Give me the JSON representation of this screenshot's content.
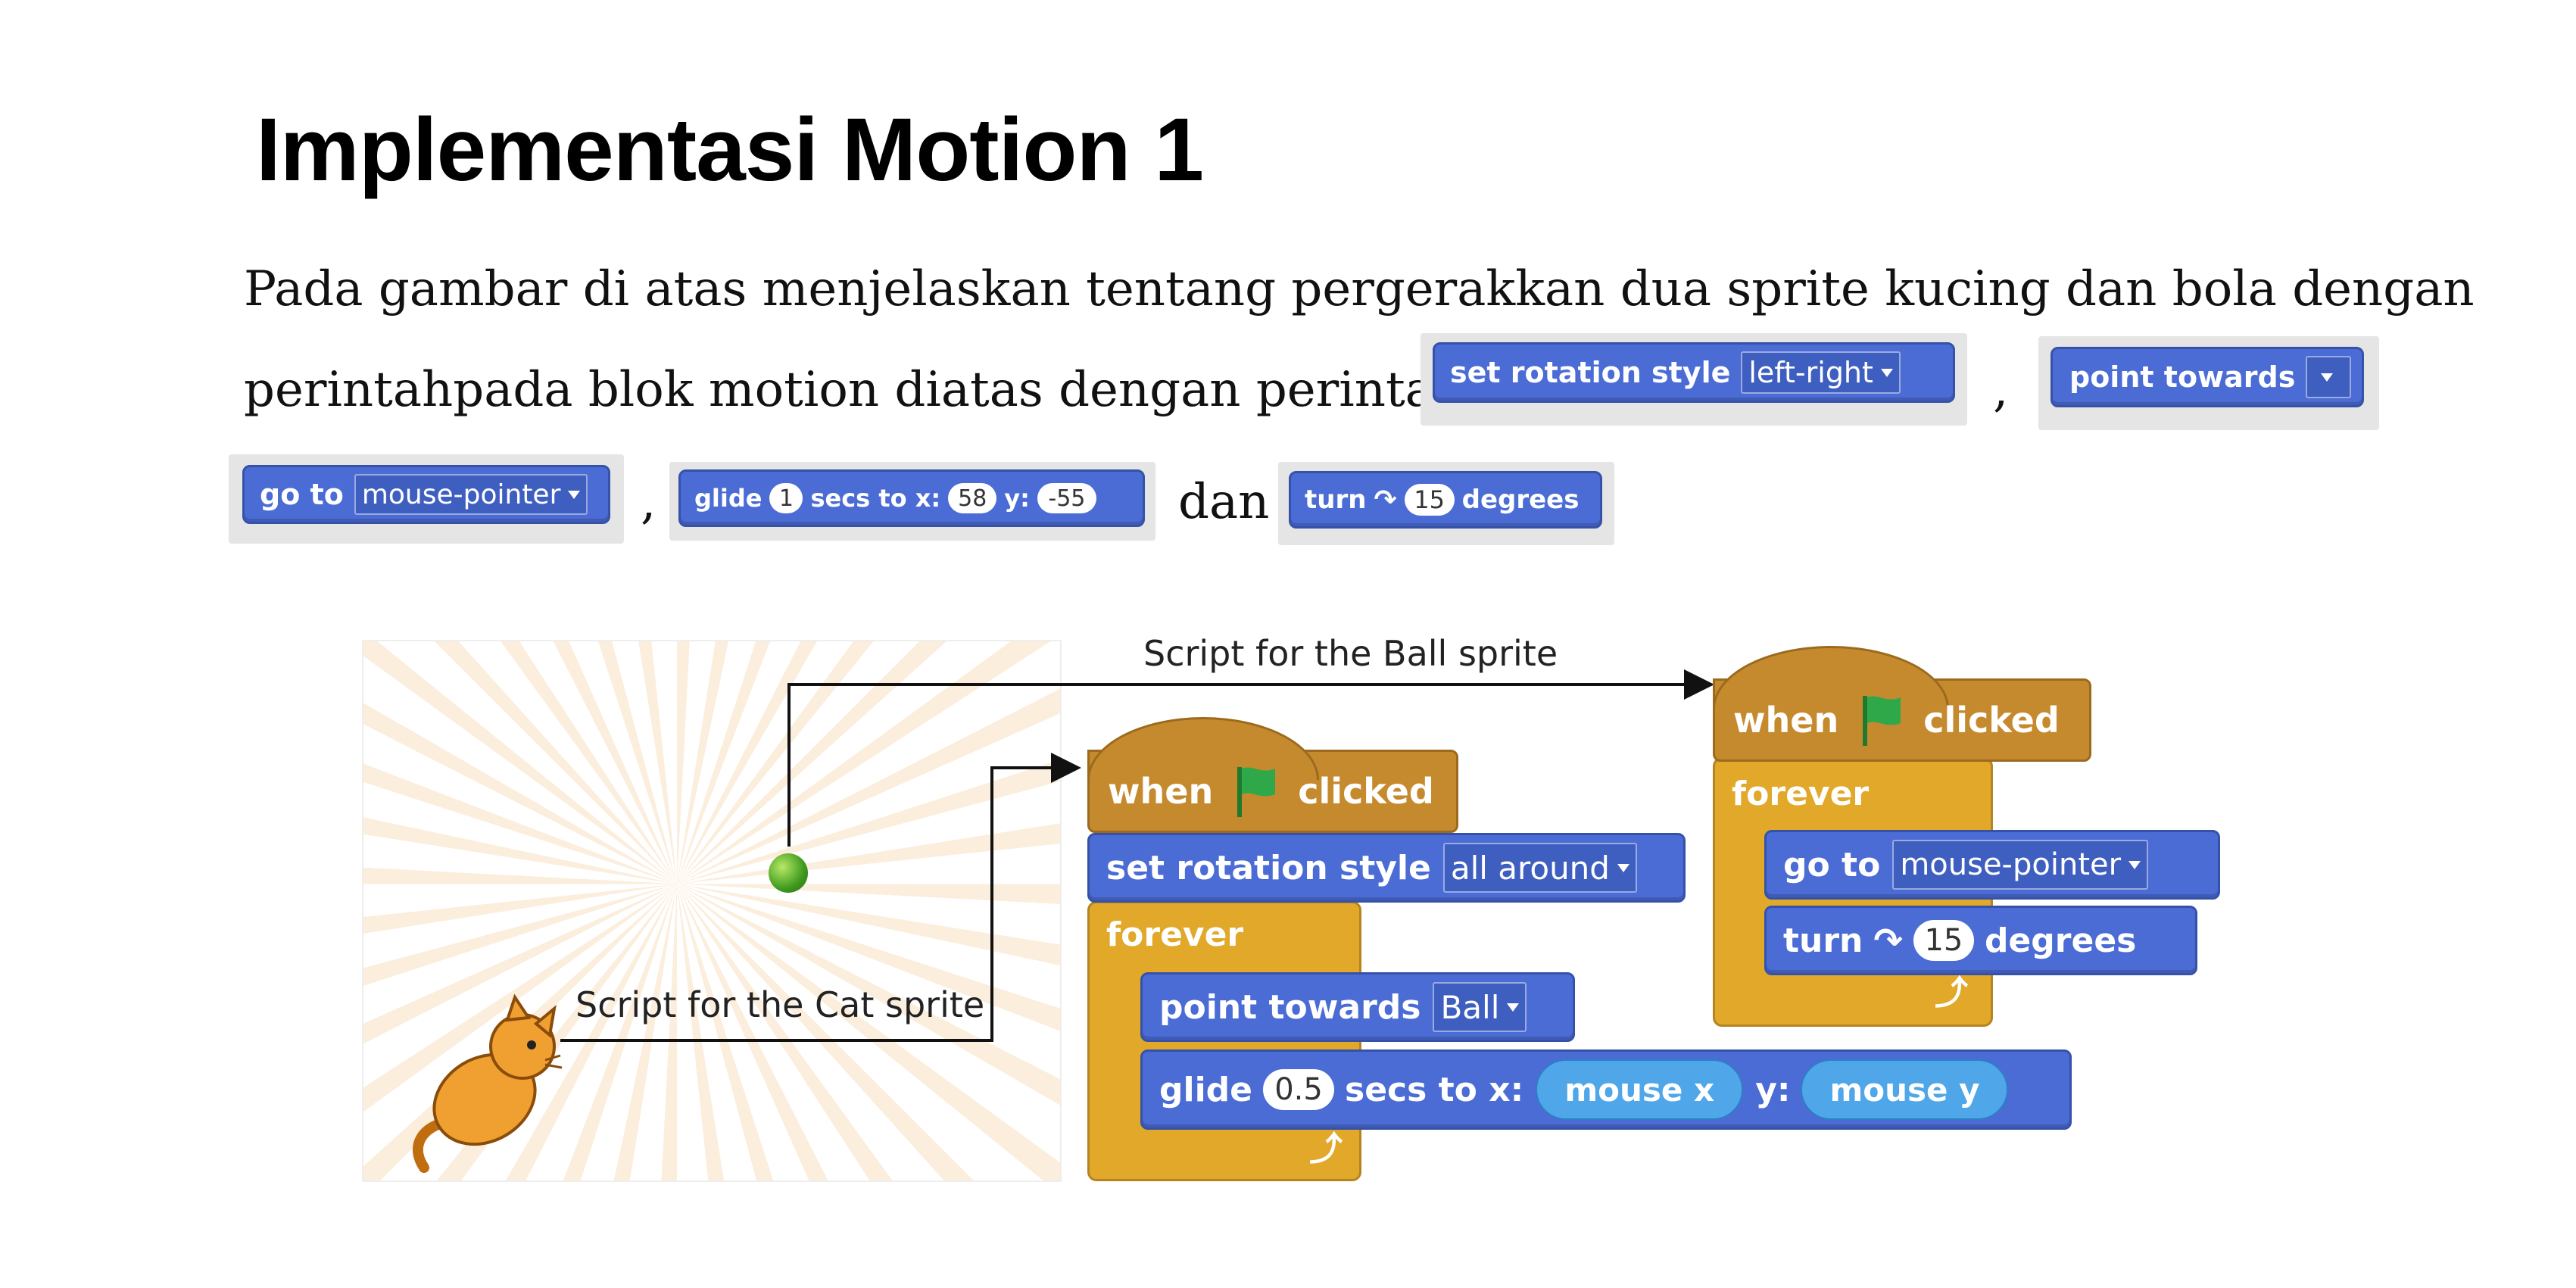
{
  "title": "Implementasi Motion 1",
  "paragraph": {
    "line1": "Pada gambar di atas menjelaskan tentang pergerakkan dua sprite kucing dan bola dengan",
    "line2": "perintahpada blok motion diatas dengan perintah",
    "comma": ",",
    "dan": "dan"
  },
  "inline_blocks": {
    "set_rotation": {
      "label": "set rotation style",
      "value": "left-right"
    },
    "point_towards": {
      "label": "point towards",
      "value": ""
    },
    "go_to": {
      "label": "go to",
      "value": "mouse-pointer"
    },
    "glide": {
      "label": "glide",
      "secs": "1",
      "secs_label": "secs to x:",
      "x": "58",
      "y_label": "y:",
      "y": "-55"
    },
    "turn": {
      "label": "turn",
      "value": "15",
      "unit": "degrees"
    }
  },
  "figure": {
    "ball_label": "Script for the Ball sprite",
    "cat_label": "Script for the Cat sprite",
    "cat_script": {
      "when": "when",
      "clicked": "clicked",
      "set_rotation_label": "set rotation style",
      "set_rotation_value": "all around",
      "forever": "forever",
      "point_towards_label": "point towards",
      "point_towards_value": "Ball",
      "glide_label": "glide",
      "glide_secs": "0.5",
      "glide_secs_label": "secs to x:",
      "glide_x": "mouse x",
      "glide_y_label": "y:",
      "glide_y": "mouse y"
    },
    "ball_script": {
      "when": "when",
      "clicked": "clicked",
      "forever": "forever",
      "go_to_label": "go to",
      "go_to_value": "mouse-pointer",
      "turn_label": "turn",
      "turn_value": "15",
      "turn_unit": "degrees"
    }
  },
  "colors": {
    "motion": "#4a6cd4",
    "events": "#c68a2e",
    "control": "#e1a82a",
    "reporter": "#4fa6e8",
    "flag": "#2fa84a"
  }
}
